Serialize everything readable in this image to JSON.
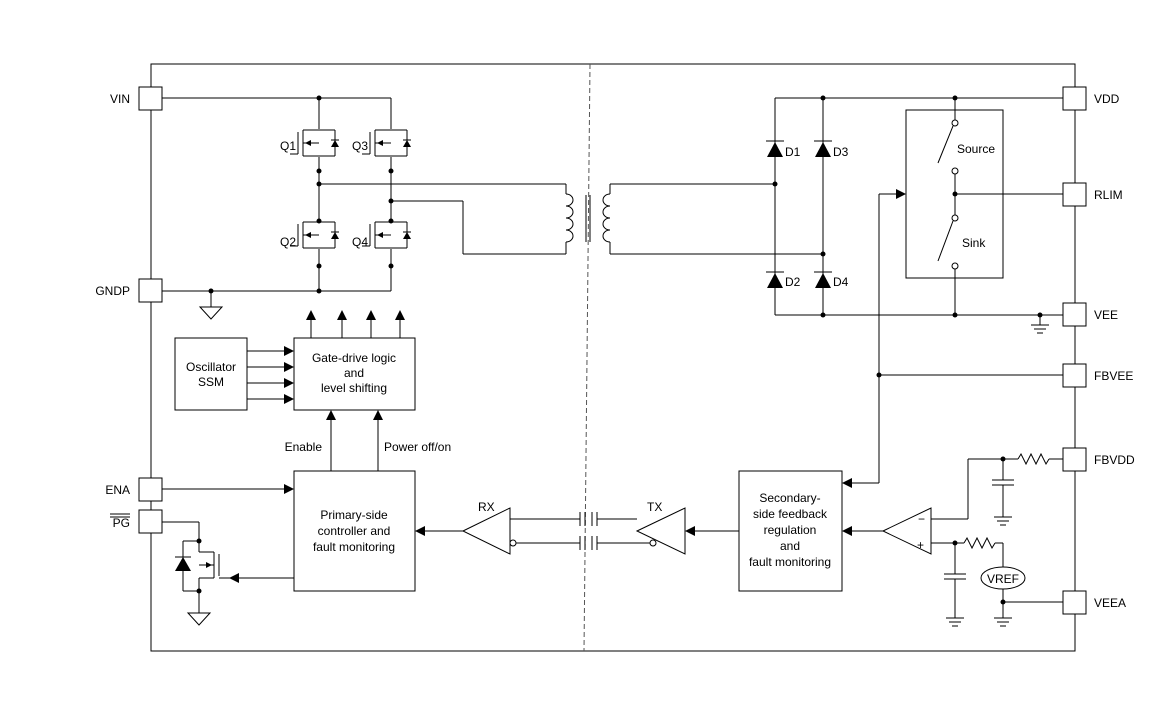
{
  "pins": {
    "vin": "VIN",
    "gndp": "GNDP",
    "ena": "ENA",
    "pg": "PG",
    "vdd": "VDD",
    "rlim": "RLIM",
    "vee": "VEE",
    "fbvee": "FBVEE",
    "fbvdd": "FBVDD",
    "veea": "VEEA"
  },
  "transistors": [
    "Q1",
    "Q2",
    "Q3",
    "Q4"
  ],
  "diodes": [
    "D1",
    "D2",
    "D3",
    "D4"
  ],
  "blocks": {
    "oscillator": [
      "Oscillator",
      "SSM"
    ],
    "gate_drive": [
      "Gate-drive logic",
      "and",
      "level shifting"
    ],
    "primary": [
      "Primary-side",
      "controller and",
      "fault monitoring"
    ],
    "secondary": [
      "Secondary-",
      "side feedback",
      "regulation",
      "and",
      "fault monitoring"
    ]
  },
  "labels": {
    "enable": "Enable",
    "power": "Power off/on",
    "rx": "RX",
    "tx": "TX",
    "source": "Source",
    "sink": "Sink",
    "vref": "VREF",
    "minus": "−",
    "plus": "+"
  }
}
